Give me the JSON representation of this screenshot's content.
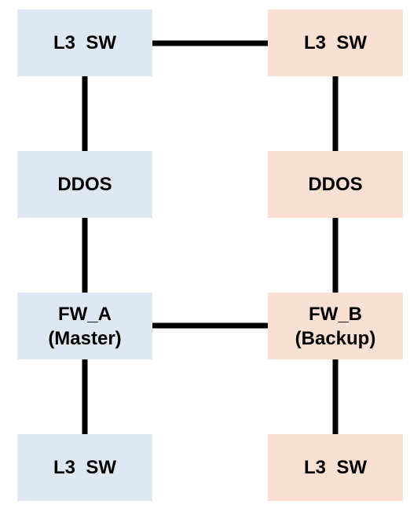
{
  "colors": {
    "left_fill": "#dde8f3",
    "right_fill": "#f9e0d2",
    "line": "#000000"
  },
  "nodes": {
    "left_top": {
      "line1": "L3  SW"
    },
    "right_top": {
      "line1": "L3  SW"
    },
    "left_ddos": {
      "line1": "DDOS"
    },
    "right_ddos": {
      "line1": "DDOS"
    },
    "fw_a": {
      "line1": "FW_A",
      "line2": "(Master)"
    },
    "fw_b": {
      "line1": "FW_B",
      "line2": "(Backup)"
    },
    "left_bottom": {
      "line1": "L3  SW"
    },
    "right_bottom": {
      "line1": "L3  SW"
    }
  }
}
